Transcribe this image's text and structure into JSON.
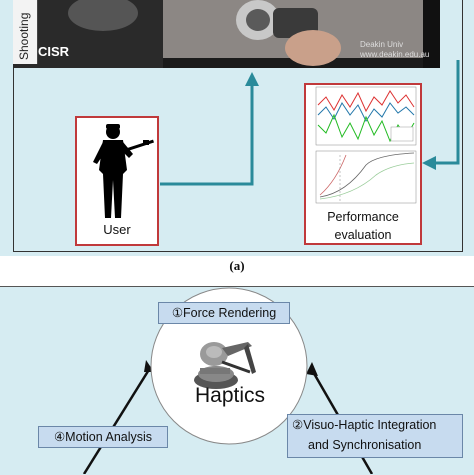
{
  "panel_a": {
    "video_label": "Shooting",
    "video_logo": "CISR",
    "video_watermark_line1": "Deakin Univ",
    "video_watermark_line2": "www.deakin.edu.au",
    "user_label": "User",
    "performance_label_line1": "Performance",
    "performance_label_line2": "evaluation",
    "caption": "(a)"
  },
  "panel_b": {
    "force_rendering": "①Force Rendering",
    "motion_analysis": "④Motion Analysis",
    "visuo_haptic_line1": "②Visuo-Haptic Integration",
    "visuo_haptic_line2": "and Synchronisation",
    "haptics_label": "Haptics"
  },
  "colors": {
    "panel_background": "#d6ecf2",
    "arrow": "#2a8a9a",
    "box_border": "#c0393b",
    "label_box_fill": "#c7dbef"
  },
  "icons": [
    "soldier-silhouette-icon",
    "haptic-device-icon",
    "performance-chart-icon"
  ]
}
